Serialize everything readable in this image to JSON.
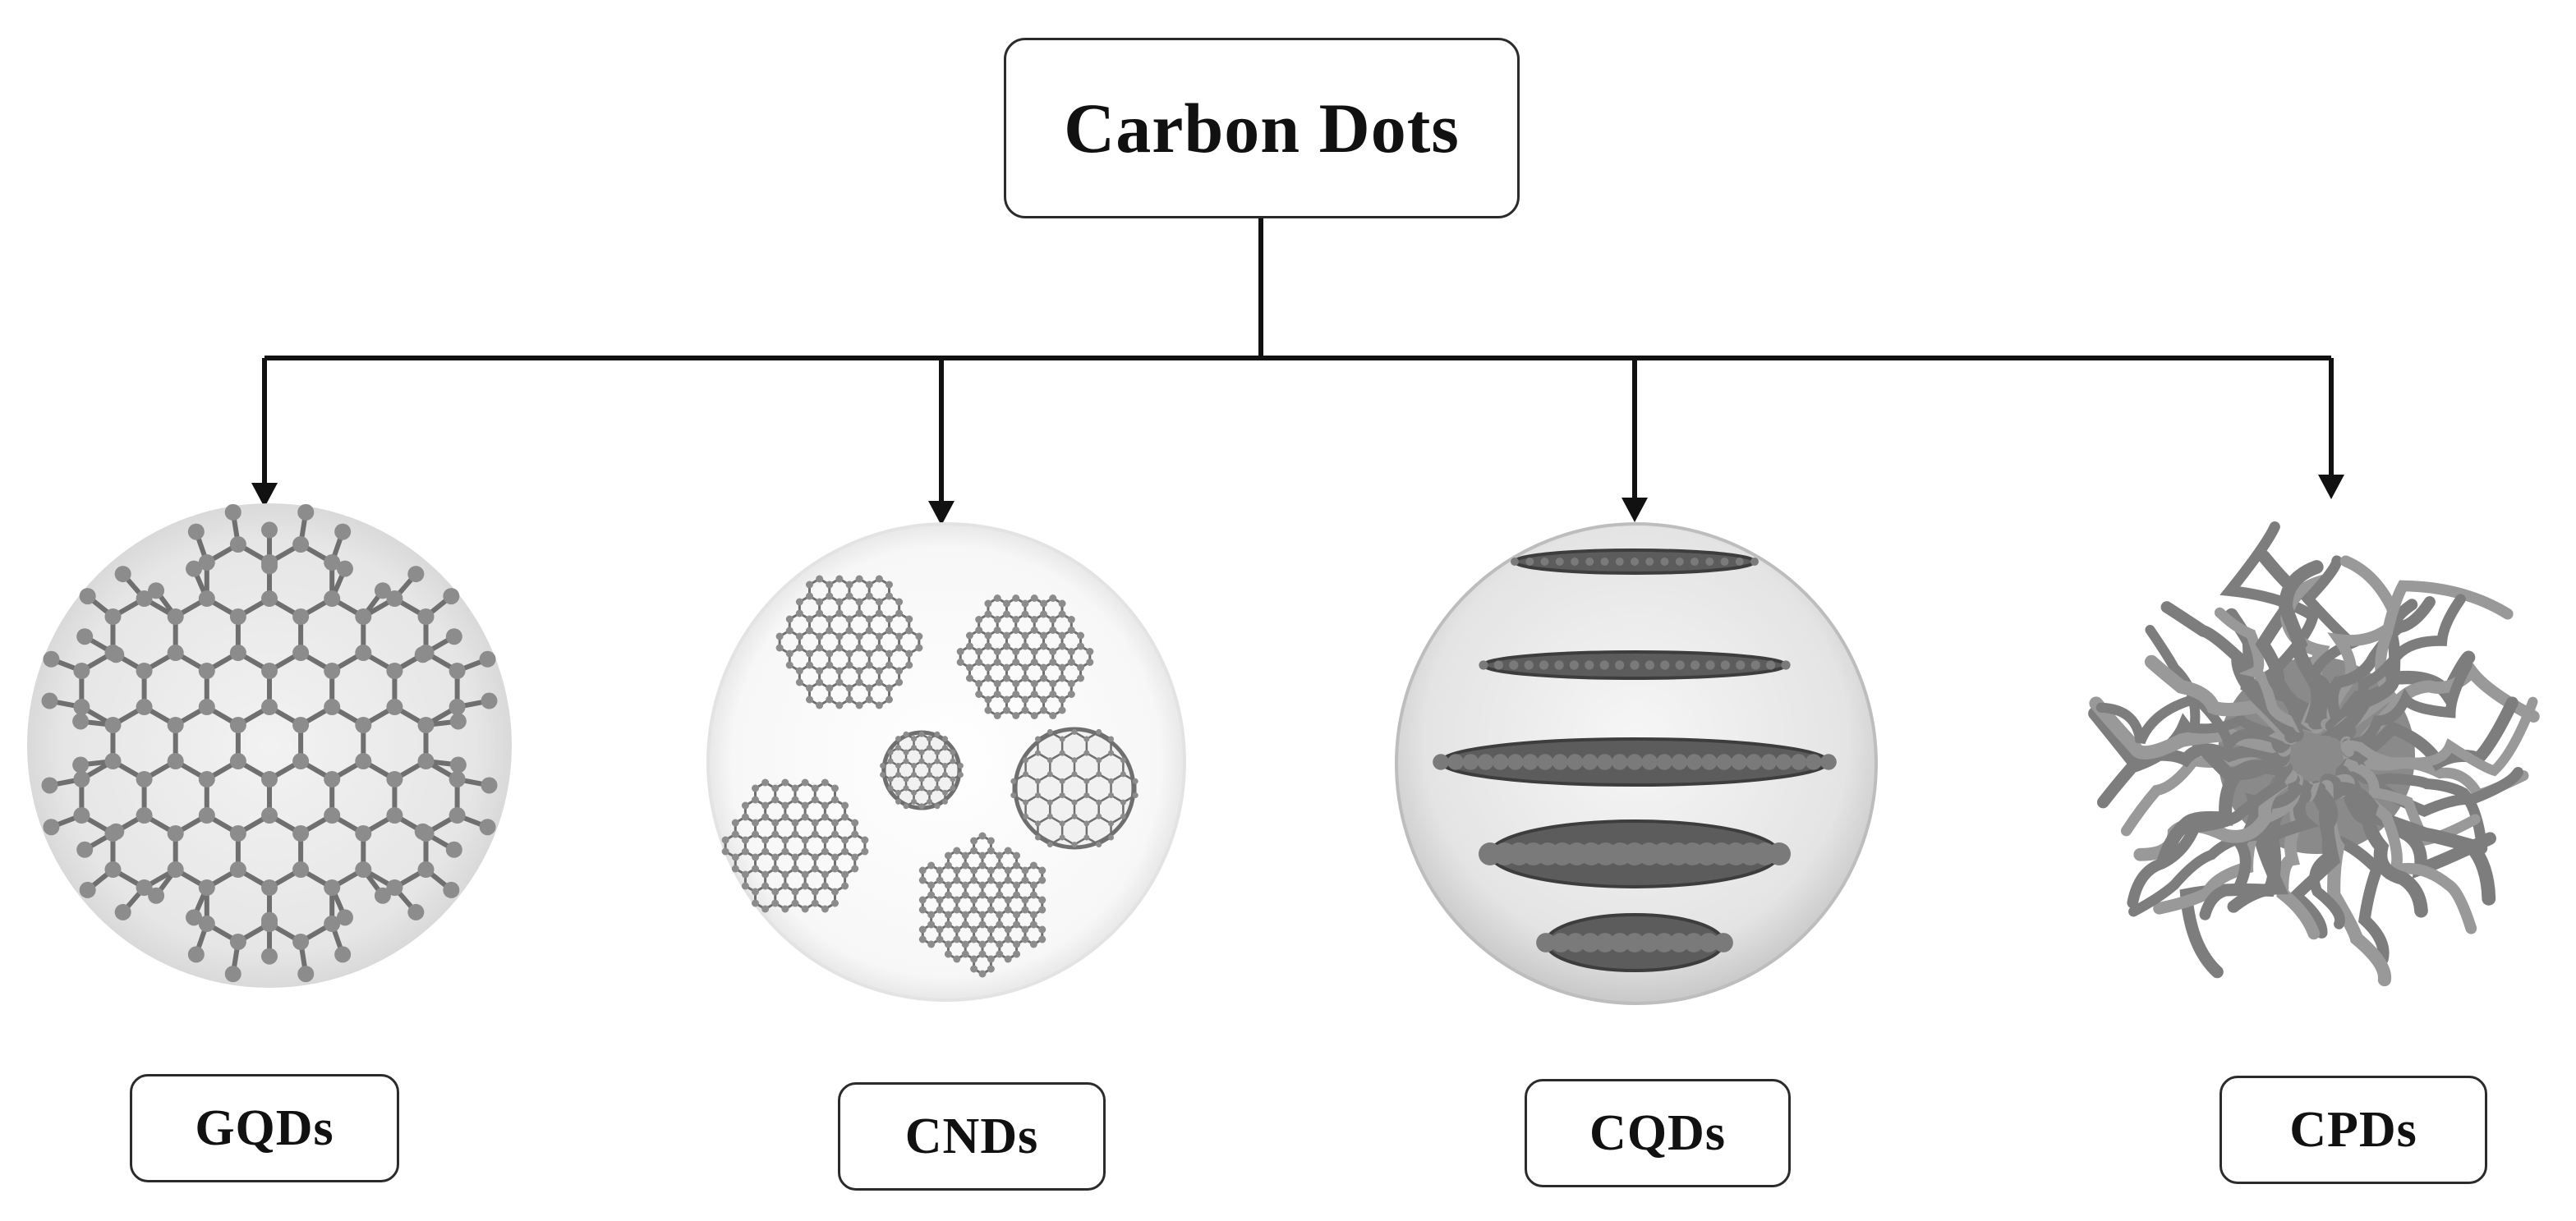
{
  "root": {
    "label": "Carbon Dots"
  },
  "children": [
    {
      "key": "gqds",
      "label": "GQDs",
      "illustration": "graphene-hexagonal-lattice"
    },
    {
      "key": "cnds",
      "label": "CNDs",
      "illustration": "graphene-flakes-and-fullerenes"
    },
    {
      "key": "cqds",
      "label": "CQDs",
      "illustration": "stacked-graphene-layers-sphere"
    },
    {
      "key": "cpds",
      "label": "CPDs",
      "illustration": "polymer-chain-cluster"
    }
  ],
  "colors": {
    "line": "#111111",
    "atom": "#8c8c8c",
    "bond": "#6f6f6f",
    "background": "#ffffff"
  }
}
